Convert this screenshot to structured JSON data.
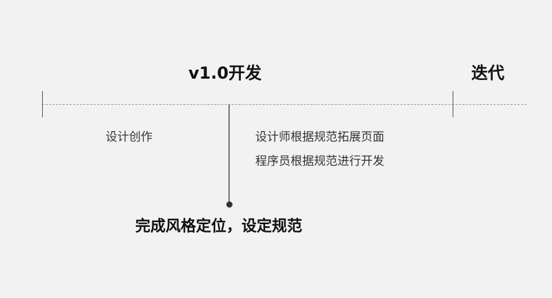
{
  "phases": [
    {
      "id": "v1",
      "title": "v1.0开发"
    },
    {
      "id": "iteration",
      "title": "迭代"
    }
  ],
  "segments": [
    {
      "id": "design",
      "lines": [
        "设计创作"
      ]
    },
    {
      "id": "development",
      "lines": [
        "设计师根据规范拓展页面",
        "程序员根据规范进行开发"
      ]
    }
  ],
  "milestone": {
    "label": "完成风格定位，设定规范"
  },
  "colors": {
    "background": "#f2f2f2",
    "line": "#9a9a9a",
    "tick": "#555555",
    "text": "#111111"
  }
}
